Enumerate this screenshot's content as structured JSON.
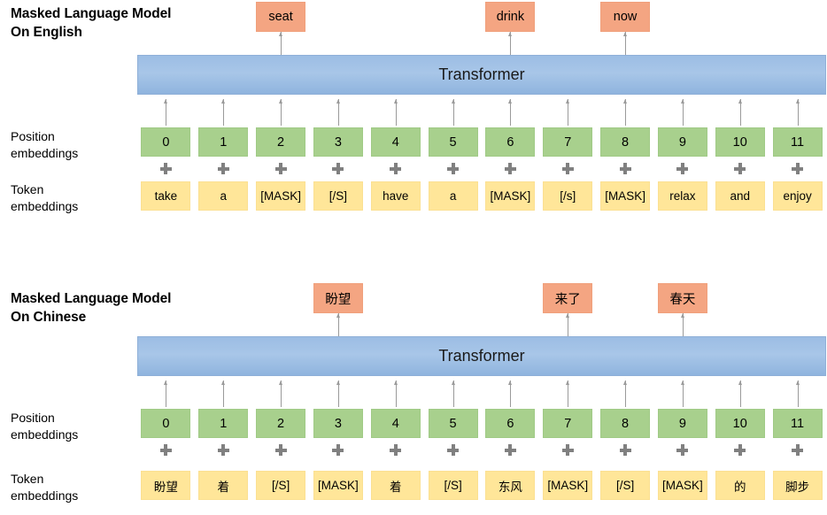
{
  "colors": {
    "output_box": "#f4a582",
    "transformer": "#a8c6e8",
    "position_embedding": "#a8d08d",
    "token_embedding": "#ffe699",
    "arrow": "#9a9a9a",
    "plus": "#808080",
    "text": "#000000"
  },
  "row_labels": {
    "position": "Position\nembeddings",
    "token": "Token\nembeddings"
  },
  "sections": [
    {
      "id": "english",
      "heading": "Masked Language Model\nOn English",
      "transformer_label": "Transformer",
      "positions": [
        "0",
        "1",
        "2",
        "3",
        "4",
        "5",
        "6",
        "7",
        "8",
        "9",
        "10",
        "11"
      ],
      "tokens": [
        "take",
        "a",
        "[MASK]",
        "[/S]",
        "have",
        "a",
        "[MASK]",
        "[/s]",
        "[MASK]",
        "relax",
        "and",
        "enjoy"
      ],
      "plus_symbols": [
        "+",
        "+",
        "+",
        "+",
        "+",
        "+",
        "+",
        "+",
        "+",
        "+",
        "+",
        "+"
      ],
      "outputs": [
        {
          "label": "seat",
          "column": 2
        },
        {
          "label": "drink",
          "column": 6
        },
        {
          "label": "now",
          "column": 8
        }
      ]
    },
    {
      "id": "chinese",
      "heading": "Masked Language Model\nOn Chinese",
      "transformer_label": "Transformer",
      "positions": [
        "0",
        "1",
        "2",
        "3",
        "4",
        "5",
        "6",
        "7",
        "8",
        "9",
        "10",
        "11"
      ],
      "tokens": [
        "盼望",
        "着",
        "[/S]",
        "[MASK]",
        "着",
        "[/S]",
        "东风",
        "[MASK]",
        "[/S]",
        "[MASK]",
        "的",
        "脚步"
      ],
      "plus_symbols": [
        "+",
        "+",
        "+",
        "+",
        "+",
        "+",
        "+",
        "+",
        "+",
        "+",
        "+",
        "+"
      ],
      "outputs": [
        {
          "label": "盼望",
          "column": 3
        },
        {
          "label": "来了",
          "column": 7
        },
        {
          "label": "春天",
          "column": 9
        }
      ]
    }
  ]
}
